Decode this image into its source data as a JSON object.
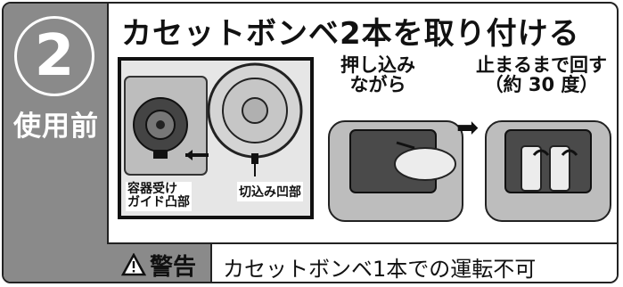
{
  "step": {
    "number": "2",
    "phase": "使用前"
  },
  "title": "カセットボンベ2本を取り付ける",
  "captions": {
    "while_pushing": [
      "押し込み",
      "ながら"
    ],
    "rotate_until_stop": [
      "止まるまで回す",
      "（約 30 度）"
    ]
  },
  "inset_labels": {
    "receiver": [
      "容器受け",
      "ガイド凸部"
    ],
    "notch": "切込み凹部"
  },
  "warning": {
    "label": "警告",
    "text": "カセットボンベ1本での運転不可"
  },
  "colors": {
    "sidebar": "#8a8a8a",
    "border": "#222222"
  }
}
